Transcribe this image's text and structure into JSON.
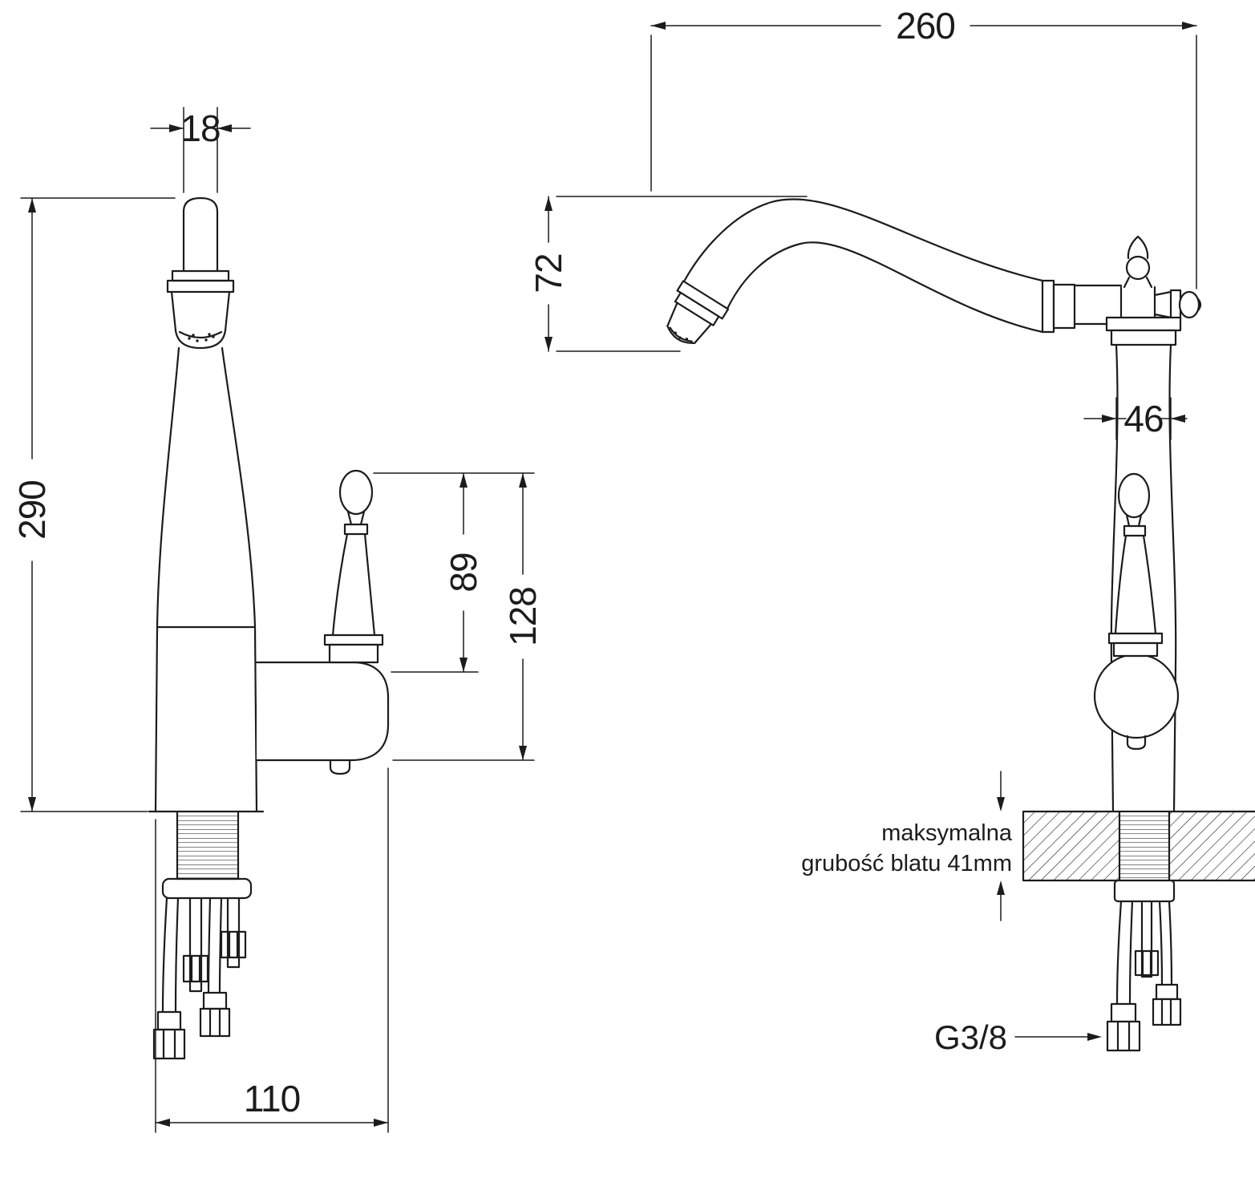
{
  "drawing": {
    "title": "faucet-dimensional-drawing",
    "colors": {
      "line": "#1c1c1c",
      "background": "#ffffff"
    },
    "front_view": {
      "dim_spout_diameter": "18",
      "dim_total_height": "290",
      "dim_handle_upper": "89",
      "dim_handle_total": "128",
      "dim_base_depth": "110"
    },
    "side_view": {
      "dim_spout_reach": "260",
      "dim_spout_drop": "72",
      "dim_body_width": "46",
      "note_line1": "maksymalna",
      "note_line2": "grubość blatu 41mm",
      "dim_connector_thread": "G3/8"
    }
  }
}
